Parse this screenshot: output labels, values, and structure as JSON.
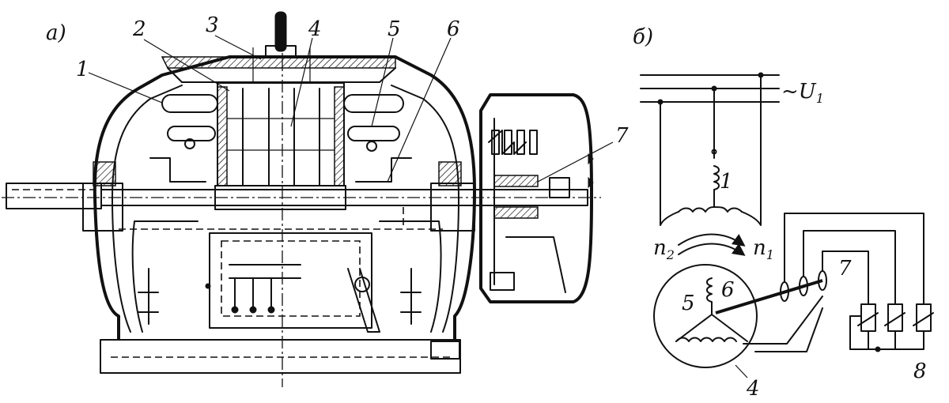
{
  "panel_a": {
    "letter": "а)",
    "callouts": [
      "1",
      "2",
      "3",
      "4",
      "5",
      "6",
      "7"
    ]
  },
  "panel_b": {
    "letter": "б)",
    "supply": {
      "prefix": "~U",
      "sub": "1"
    },
    "rotor_speed": {
      "base": "n",
      "sub": "2"
    },
    "field_speed": {
      "base": "n",
      "sub": "1"
    },
    "labels": [
      "1",
      "4",
      "5",
      "6",
      "7",
      "8"
    ]
  }
}
